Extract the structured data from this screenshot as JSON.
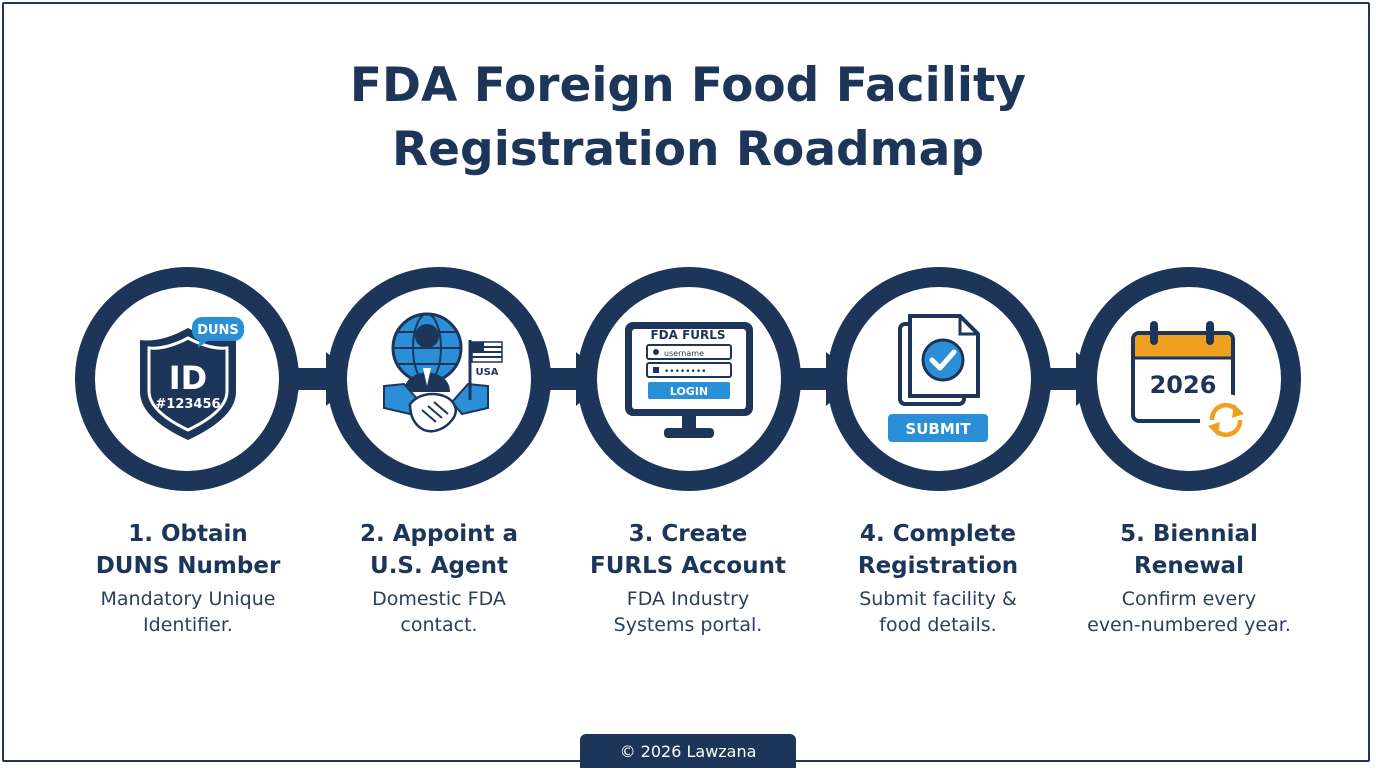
{
  "title": {
    "line1": "FDA Foreign Food Facility",
    "line2": "Registration Roadmap"
  },
  "steps": [
    {
      "title_line1": "1. Obtain",
      "title_line2": "DUNS Number",
      "desc_line1": "Mandatory Unique",
      "desc_line2": "Identifier.",
      "icon": "id-shield-icon",
      "badge": "DUNS",
      "id_text": "ID",
      "id_number": "#123456"
    },
    {
      "title_line1": "2. Appoint a",
      "title_line2": "U.S. Agent",
      "desc_line1": "Domestic FDA",
      "desc_line2": "contact.",
      "icon": "globe-agent-handshake-icon",
      "flag_label": "USA"
    },
    {
      "title_line1": "3. Create",
      "title_line2": "FURLS Account",
      "desc_line1": "FDA Industry",
      "desc_line2": "Systems portal.",
      "icon": "monitor-login-icon",
      "screen_title": "FDA FURLS",
      "username_placeholder": "username",
      "password_mask": "••••••••",
      "login_label": "LOGIN"
    },
    {
      "title_line1": "4. Complete",
      "title_line2": "Registration",
      "desc_line1": "Submit facility &",
      "desc_line2": "food details.",
      "icon": "documents-check-icon",
      "submit_label": "SUBMIT"
    },
    {
      "title_line1": "5. Biennial",
      "title_line2": "Renewal",
      "desc_line1": "Confirm every",
      "desc_line2": "even-numbered year.",
      "icon": "calendar-renew-icon",
      "year": "2026"
    }
  ],
  "footer": {
    "text": "© 2026 Lawzana"
  },
  "colors": {
    "navy": "#1c3558",
    "blue": "#2a8fd6",
    "orange": "#f0a020",
    "white": "#ffffff"
  }
}
